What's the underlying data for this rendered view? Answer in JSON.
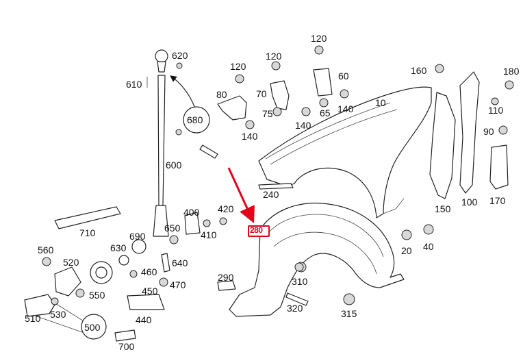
{
  "diagram": {
    "highlight_label": "280",
    "highlight_color": "#e3001b",
    "labels": {
      "l10": "10",
      "l20": "20",
      "l40": "40",
      "l60": "60",
      "l65": "65",
      "l70": "70",
      "l75": "75",
      "l80": "80",
      "l90": "90",
      "l100": "100",
      "l110": "110",
      "l120a": "120",
      "l120b": "120",
      "l120c": "120",
      "l140a": "140",
      "l140b": "140",
      "l140c": "140",
      "l150": "150",
      "l160": "160",
      "l170": "170",
      "l180": "180",
      "l240": "240",
      "l290": "290",
      "l310": "310",
      "l315": "315",
      "l320": "320",
      "l400": "400",
      "l410": "410",
      "l420": "420",
      "l440": "440",
      "l450": "450",
      "l460": "460",
      "l470": "470",
      "l500": "500",
      "l510": "510",
      "l520": "520",
      "l530": "530",
      "l550": "550",
      "l560": "560",
      "l600": "600",
      "l610": "610",
      "l620": "620",
      "l630": "630",
      "l640": "640",
      "l650": "650",
      "l680": "680",
      "l690": "690",
      "l700": "700",
      "l710": "710"
    }
  }
}
